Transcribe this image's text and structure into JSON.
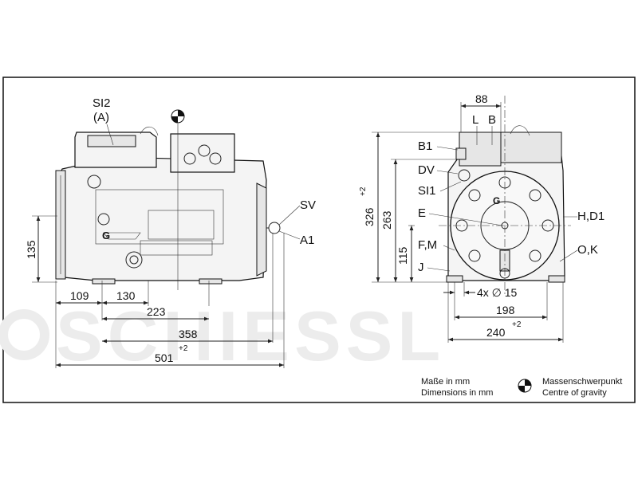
{
  "watermark": "SCHIESSL",
  "side_view": {
    "labels": {
      "si2": "SI2",
      "si2_alt": "(A)",
      "sv": "SV",
      "a1": "A1"
    },
    "dimensions": {
      "height_135": "135",
      "d109": "109",
      "d130": "130",
      "d223": "223",
      "d358": "358",
      "d501": "501",
      "d501_tol": "+2"
    }
  },
  "front_view": {
    "labels": {
      "l": "L",
      "b": "B",
      "b1": "B1",
      "dv": "DV",
      "si1": "SI1",
      "e": "E",
      "fm": "F,M",
      "j": "J",
      "hd1": "H,D1",
      "ok": "O,K"
    },
    "dimensions": {
      "d88": "88",
      "d326": "326",
      "d326_tol": "+2",
      "d263": "263",
      "d115": "115",
      "holes": "4x ∅ 15",
      "d198": "198",
      "d240": "240",
      "d240_tol": "+2"
    }
  },
  "legend": {
    "units_de": "Maße in mm",
    "units_en": "Dimensions in mm",
    "cog_de": "Massenschwerpunkt",
    "cog_en": "Centre of gravity"
  }
}
